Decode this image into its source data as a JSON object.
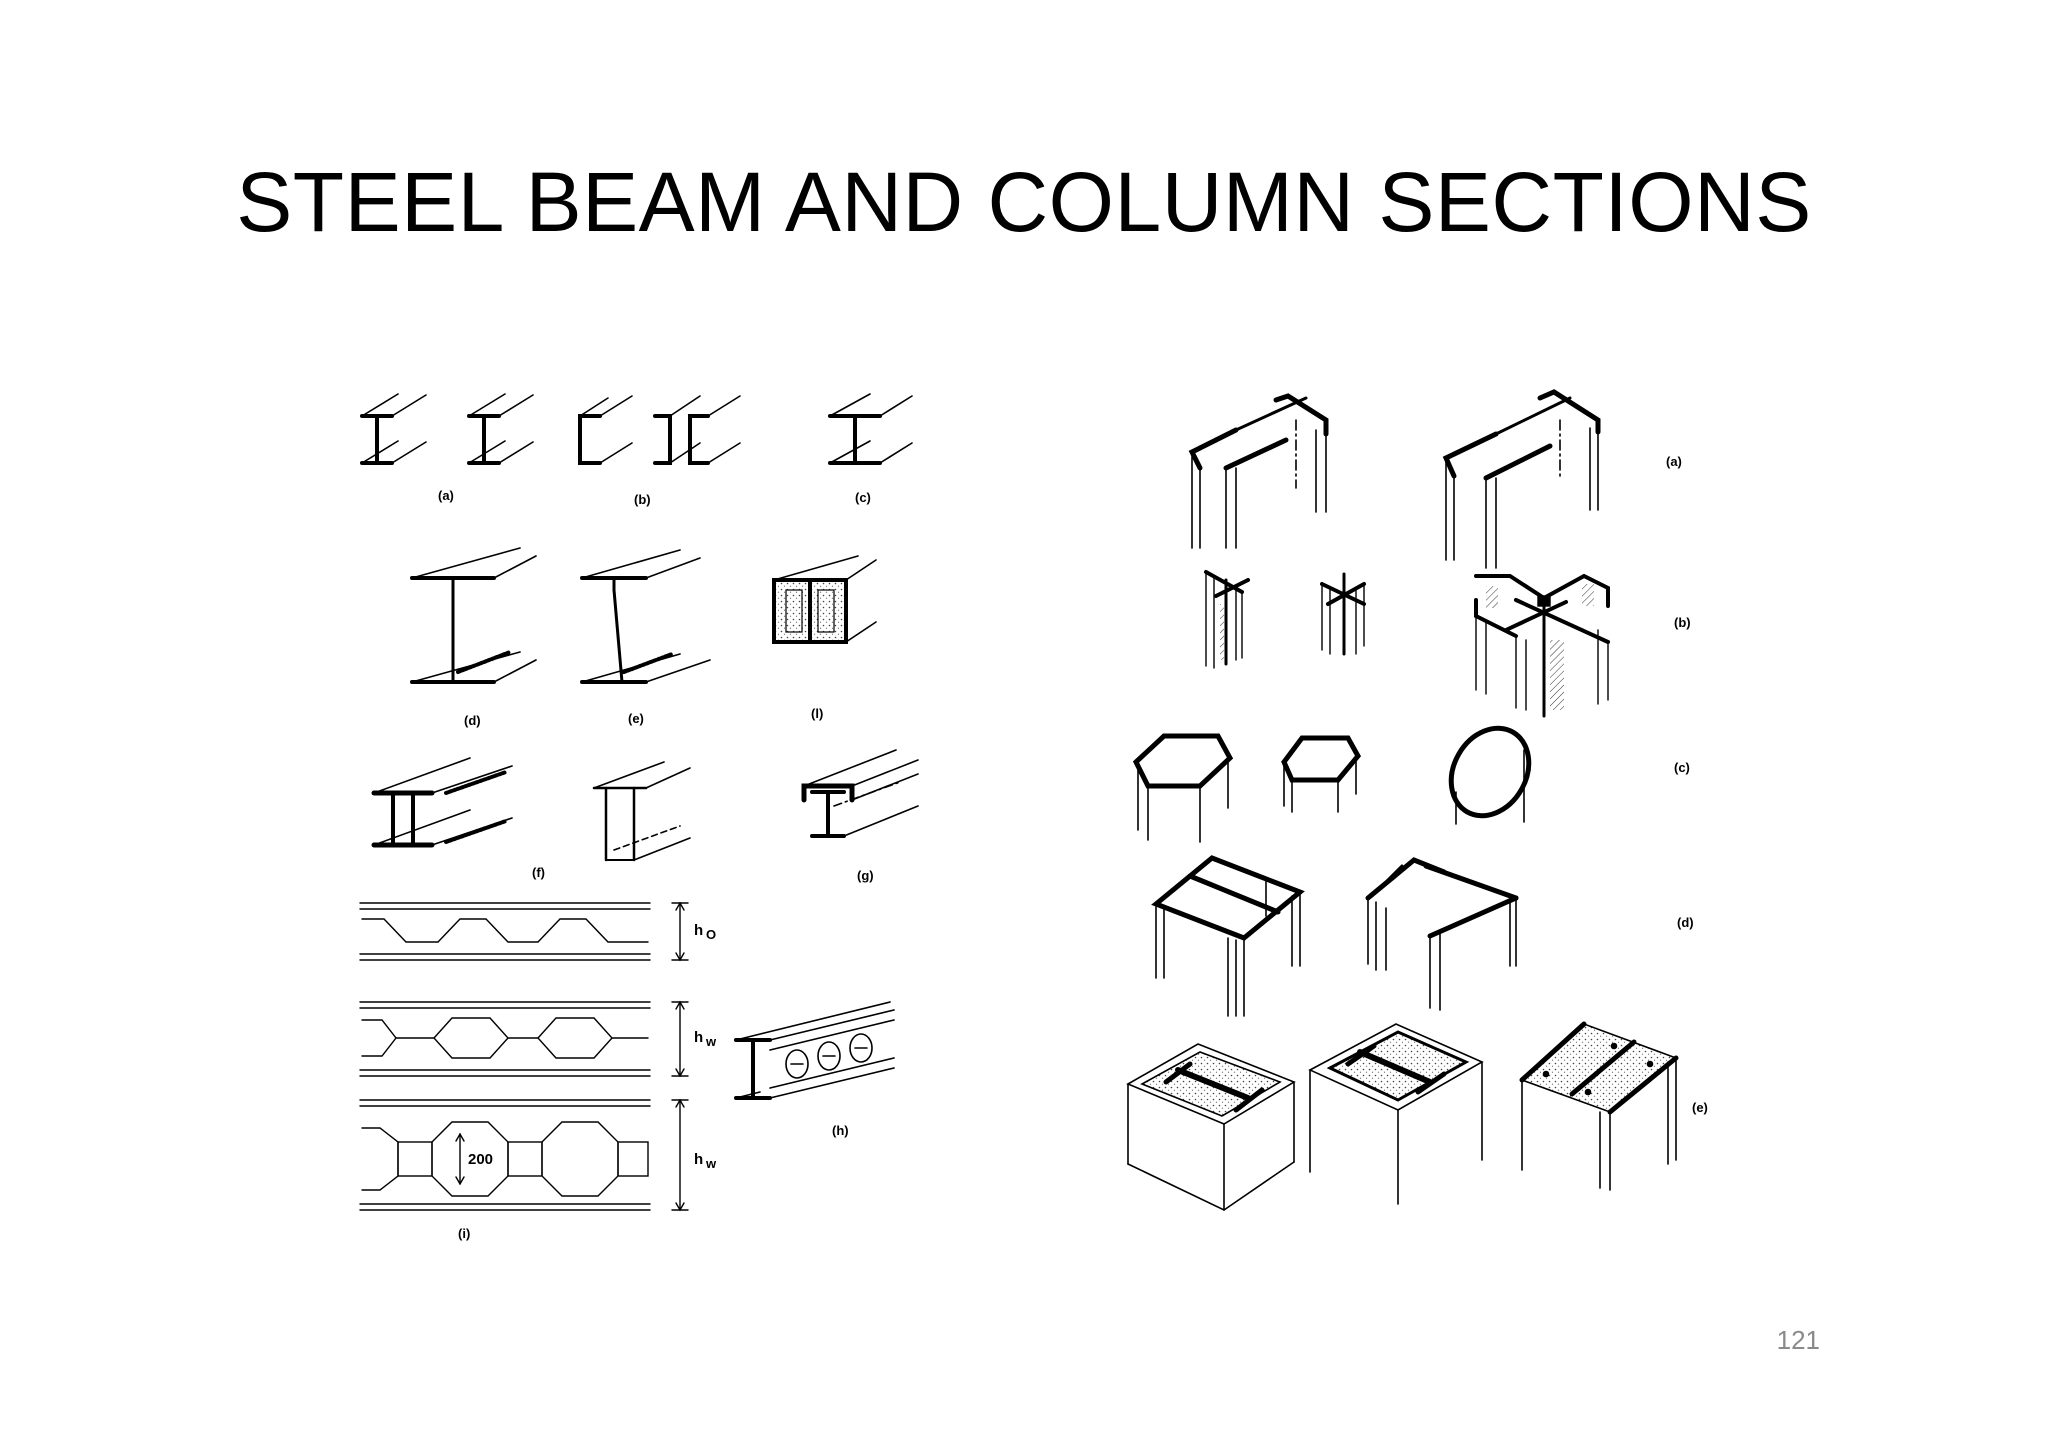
{
  "slide": {
    "title": "STEEL BEAM AND COLUMN SECTIONS",
    "page_number": "121"
  },
  "beam_sections": {
    "labels": {
      "a": "(a)",
      "b": "(b)",
      "c": "(c)",
      "d": "(d)",
      "e": "(e)",
      "l": "(l)",
      "f": "(f)",
      "g": "(g)",
      "h": "(h)",
      "i": "(i)"
    },
    "dimensions": {
      "h0": "h",
      "h0_sub": "O",
      "hw": "h",
      "hw_sub": "w",
      "hole": "200"
    }
  },
  "column_sections": {
    "labels": {
      "a": "(a)",
      "b": "(b)",
      "c": "(c)",
      "d": "(d)",
      "e": "(e)"
    }
  }
}
